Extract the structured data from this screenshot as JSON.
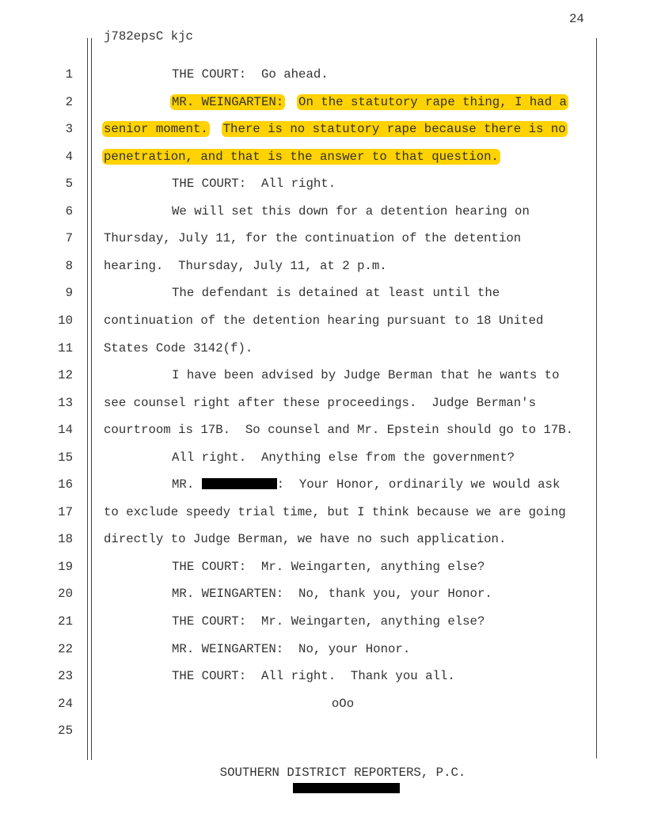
{
  "page_number": "24",
  "header": "j782epsC kjc",
  "footer": "SOUTHERN DISTRICT REPORTERS, P.C.",
  "colors": {
    "highlight": "#FFD200",
    "redaction": "#000000"
  },
  "lines": [
    {
      "n": "1",
      "indent": true,
      "segments": [
        {
          "text": "THE COURT:  Go ahead."
        }
      ]
    },
    {
      "n": "2",
      "indent": true,
      "segments": [
        {
          "text": "MR. WEINGARTEN:",
          "hl": true
        },
        {
          "text": "  "
        },
        {
          "text": "On the statutory rape thing, I had a",
          "hl": true
        }
      ]
    },
    {
      "n": "3",
      "segments": [
        {
          "text": "senior moment.",
          "hl": true
        },
        {
          "text": "  "
        },
        {
          "text": "There is no statutory rape because there is no",
          "hl": true
        }
      ]
    },
    {
      "n": "4",
      "segments": [
        {
          "text": "penetration, and that is the answer to that question.",
          "hl": true
        }
      ]
    },
    {
      "n": "5",
      "indent": true,
      "segments": [
        {
          "text": "THE COURT:  All right."
        }
      ]
    },
    {
      "n": "6",
      "indent": true,
      "segments": [
        {
          "text": "We will set this down for a detention hearing on"
        }
      ]
    },
    {
      "n": "7",
      "segments": [
        {
          "text": "Thursday, July 11, for the continuation of the detention"
        }
      ]
    },
    {
      "n": "8",
      "segments": [
        {
          "text": "hearing.  Thursday, July 11, at 2 p.m."
        }
      ]
    },
    {
      "n": "9",
      "indent": true,
      "segments": [
        {
          "text": "The defendant is detained at least until the"
        }
      ]
    },
    {
      "n": "10",
      "segments": [
        {
          "text": "continuation of the detention hearing pursuant to 18 United"
        }
      ]
    },
    {
      "n": "11",
      "segments": [
        {
          "text": "States Code 3142(f)."
        }
      ]
    },
    {
      "n": "12",
      "indent": true,
      "segments": [
        {
          "text": "I have been advised by Judge Berman that he wants to"
        }
      ]
    },
    {
      "n": "13",
      "segments": [
        {
          "text": "see counsel right after these proceedings.  Judge Berman's"
        }
      ]
    },
    {
      "n": "14",
      "segments": [
        {
          "text": "courtroom is 17B.  So counsel and Mr. Epstein should go to 17B."
        }
      ]
    },
    {
      "n": "15",
      "indent": true,
      "segments": [
        {
          "text": "All right.  Anything else from the government?"
        }
      ]
    },
    {
      "n": "16",
      "indent": true,
      "segments": [
        {
          "text": "MR. "
        },
        {
          "redacted": true
        },
        {
          "text": ":  Your Honor, ordinarily we would ask"
        }
      ]
    },
    {
      "n": "17",
      "segments": [
        {
          "text": "to exclude speedy trial time, but I think because we are going"
        }
      ]
    },
    {
      "n": "18",
      "segments": [
        {
          "text": "directly to Judge Berman, we have no such application."
        }
      ]
    },
    {
      "n": "19",
      "indent": true,
      "segments": [
        {
          "text": "THE COURT:  Mr. Weingarten, anything else?"
        }
      ]
    },
    {
      "n": "20",
      "indent": true,
      "segments": [
        {
          "text": "MR. WEINGARTEN:  No, thank you, your Honor."
        }
      ]
    },
    {
      "n": "21",
      "indent": true,
      "segments": [
        {
          "text": "THE COURT:  Mr. Weingarten, anything else?"
        }
      ]
    },
    {
      "n": "22",
      "indent": true,
      "segments": [
        {
          "text": "MR. WEINGARTEN:  No, your Honor."
        }
      ]
    },
    {
      "n": "23",
      "indent": true,
      "segments": [
        {
          "text": "THE COURT:  All right.  Thank you all."
        }
      ]
    },
    {
      "n": "24",
      "center": true,
      "segments": [
        {
          "text": "oOo"
        }
      ]
    },
    {
      "n": "25",
      "segments": []
    }
  ]
}
